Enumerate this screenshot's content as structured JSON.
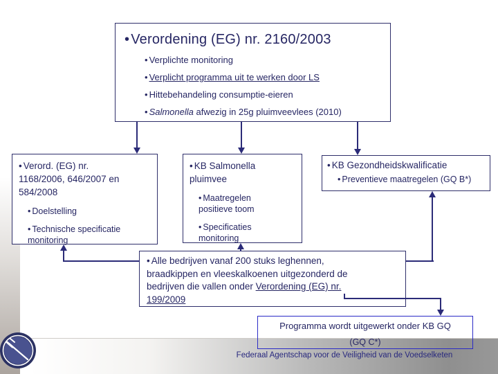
{
  "glyphs": {
    "bullet": "•"
  },
  "colors": {
    "ink": "#262663",
    "arrow": "#2b2b78",
    "box_border": "#2e2e6a",
    "program_box_border": "#2a2ac6",
    "footer_text": "#28287e",
    "band_gray": "#8f8f8f"
  },
  "top_box": {
    "title": "Verordening (EG) nr. 2160/2003",
    "bullet1": "Verplichte monitoring",
    "bullet2": "Verplicht programma uit te werken door LS",
    "bullet3": "Hittebehandeling consumptie-eieren",
    "bullet4_italic": "Salmonella",
    "bullet4_rest": " afwezig in 25g pluimveevlees (2010)"
  },
  "left_box": {
    "title_l1": "Verord. (EG) nr.",
    "title_l2": "1168/2006, 646/2007 en",
    "title_l3": "584/2008",
    "item1": "Doelstelling",
    "item2_l1": "Technische specificatie",
    "item2_l2": "monitoring"
  },
  "mid_box": {
    "title_l1": "KB Salmonella",
    "title_l2": "pluimvee",
    "item1_l1": "Maatregelen",
    "item1_l2": "positieve toom",
    "item2_l1": "Specificaties",
    "item2_l2": "monitoring"
  },
  "right_box": {
    "title": "KB Gezondheidskwalificatie",
    "item1": "Preventieve maatregelen (GQ B*)"
  },
  "scope_box": {
    "line1": "Alle bedrijven vanaf 200 stuks leghennen,",
    "line2": "braadkippen en vleeskalkoenen uitgezonderd de",
    "line3_pre": "bedrijven die vallen onder ",
    "line3_link": "Verordening (EG) nr.",
    "line4_link": "199/2009"
  },
  "program_box": {
    "line1": "Programma wordt uitgewerkt onder KB GQ",
    "line2": "(GQ C*)"
  },
  "footer": {
    "agency": "Federaal Agentschap voor de Veiligheid van de Voedselketen"
  }
}
